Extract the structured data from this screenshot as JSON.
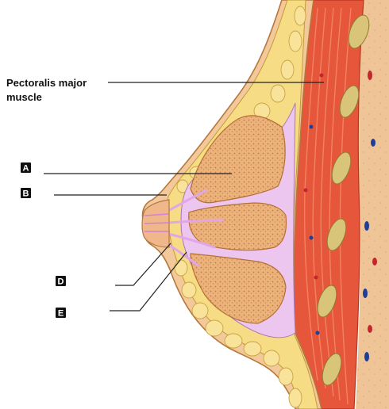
{
  "labels": {
    "pectoralis_line1": "Pectoralis major",
    "pectoralis_line2": "muscle",
    "a": "A",
    "b": "B",
    "d": "D",
    "e": "E"
  },
  "colors": {
    "skin": "#f3c99b",
    "skin_outline": "#b6773d",
    "fat": "#f7dc86",
    "fat_outline": "#c29a3a",
    "gland": "#eab07a",
    "gland_dots": "#c97c3e",
    "fascia": "#e8c6ee",
    "muscle": "#e8553a",
    "muscle_light": "#f47a5b",
    "rib": "#d6c77c",
    "chest_wall": "#f0c69a",
    "vessel_red": "#c4262e",
    "vessel_blue": "#1f3e96"
  }
}
